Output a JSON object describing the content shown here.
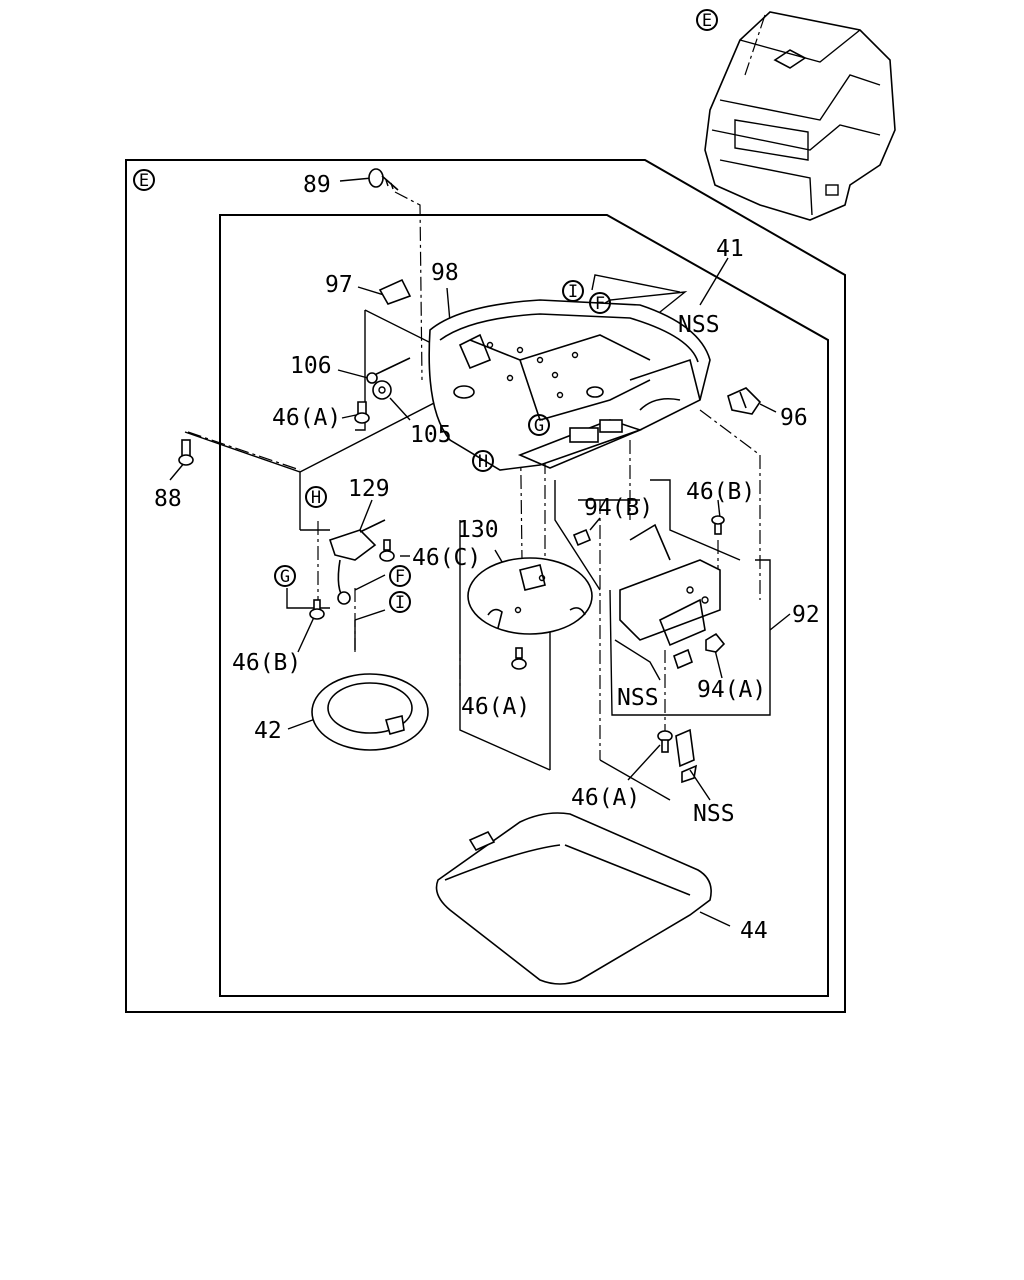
{
  "callouts": {
    "p89": "89",
    "p97": "97",
    "p98": "98",
    "p41": "41",
    "p106": "106",
    "p46a_1": "46(A)",
    "p105": "105",
    "p88": "88",
    "p129": "129",
    "p46c": "46(C)",
    "p46b_1": "46(B)",
    "p130": "130",
    "p94b": "94(B)",
    "p46b_2": "46(B)",
    "p96": "96",
    "p92": "92",
    "p94a": "94(A)",
    "p42": "42",
    "p46a_2": "46(A)",
    "p46a_3": "46(A)",
    "p44": "44",
    "nss_1": "NSS",
    "nss_2": "NSS",
    "nss_3": "NSS"
  },
  "markers": {
    "view_cab": "E",
    "view_frame": "E",
    "i_top": "I",
    "f_top": "F",
    "g_top": "G",
    "h_top": "H",
    "h_left": "H",
    "g_left": "G",
    "f_left": "F",
    "i_left": "I"
  }
}
